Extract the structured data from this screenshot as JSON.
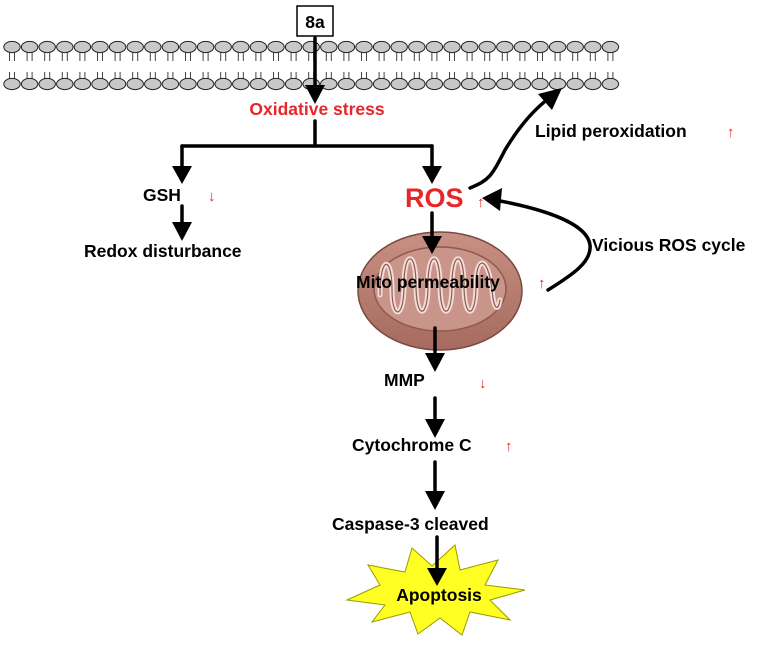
{
  "compound": "8a",
  "nodes": {
    "oxidative_stress": "Oxidative stress",
    "gsh": "GSH",
    "redox": "Redox disturbance",
    "ros": "ROS",
    "lipid": "Lipid peroxidation",
    "vicious": "Vicious ROS cycle",
    "mito": "Mito permeability",
    "mmp": "MMP",
    "cytc": "Cytochrome C",
    "caspase": "Caspase-3 cleaved",
    "apoptosis": "Apoptosis"
  },
  "indicators": {
    "up": "↑",
    "down": "↓"
  },
  "colors": {
    "red": "#e8262a",
    "membrane": "#c8c8c8",
    "mitochondrion": "#b57a6e",
    "burst": "#ffff24"
  }
}
